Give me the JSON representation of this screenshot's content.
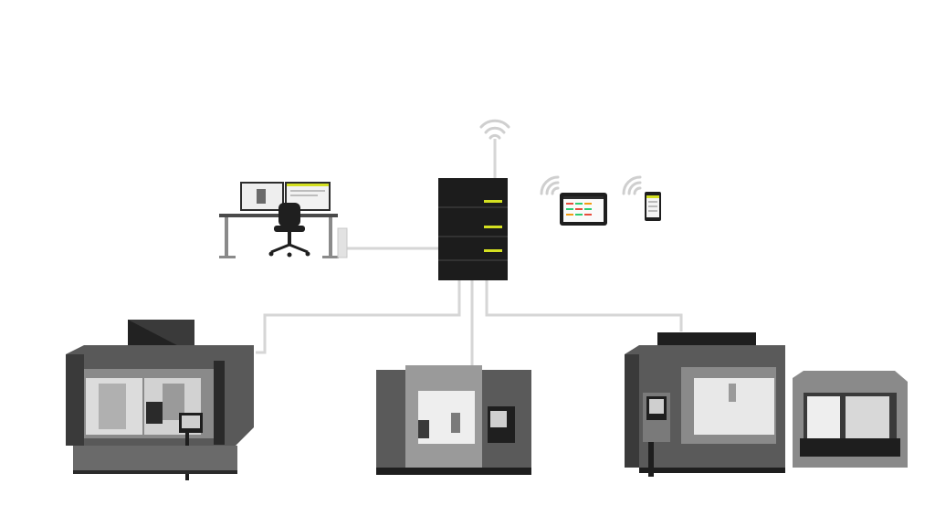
{
  "diagram": {
    "description_visible_text": [],
    "nodes": [
      {
        "id": "server",
        "kind": "server-rack",
        "icon": "server-icon"
      },
      {
        "id": "workstation",
        "kind": "office-workstation",
        "icon": "desk-computer-icon"
      },
      {
        "id": "tablet",
        "kind": "tablet-dashboard",
        "icon": "tablet-icon"
      },
      {
        "id": "phone",
        "kind": "smartphone",
        "icon": "phone-icon"
      },
      {
        "id": "machine-left",
        "kind": "cnc-machining-center",
        "icon": "cnc-machine-icon"
      },
      {
        "id": "machine-center",
        "kind": "cnc-lathe",
        "icon": "cnc-lathe-icon"
      },
      {
        "id": "machine-right",
        "kind": "cnc-machining-center-with-pallet-changer",
        "icon": "cnc-machine-icon"
      }
    ],
    "connections": [
      {
        "from": "server",
        "to": "workstation",
        "type": "wired"
      },
      {
        "from": "server",
        "to": "machine-left",
        "type": "wired"
      },
      {
        "from": "server",
        "to": "machine-center",
        "type": "wired"
      },
      {
        "from": "server",
        "to": "machine-right",
        "type": "wired"
      },
      {
        "from": "server",
        "to": "tablet",
        "type": "wireless"
      },
      {
        "from": "server",
        "to": "phone",
        "type": "wireless"
      }
    ],
    "colors": {
      "accent": "#d4e021",
      "rack": "#1c1c1c",
      "cable": "#d6d6d6",
      "machine_dark": "#3c3c3c",
      "machine_mid": "#6b6b6b",
      "machine_light": "#9a9a9a",
      "wifi": "#cfcfcf"
    }
  }
}
